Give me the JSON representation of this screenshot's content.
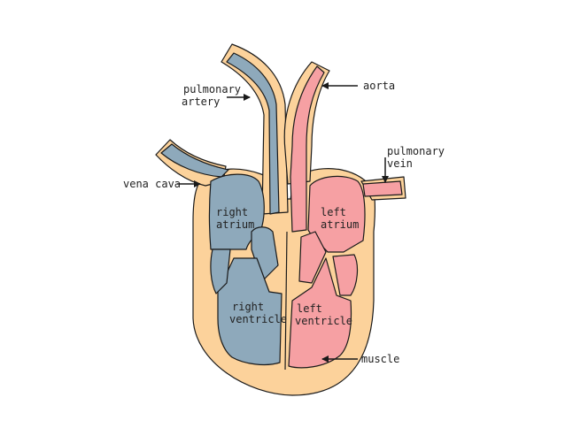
{
  "labels": {
    "pulmonary_artery_line1": "pulmonary",
    "pulmonary_artery_line2": "artery",
    "aorta": "aorta",
    "pulmonary_vein_line1": "pulmonary",
    "pulmonary_vein_line2": "vein",
    "vena_cava": "vena cava",
    "right_atrium_line1": "right",
    "right_atrium_line2": "atrium",
    "left_atrium_line1": "left",
    "left_atrium_line2": "atrium",
    "right_ventricle_line1": "right",
    "right_ventricle_line2": "ventricle",
    "left_ventricle_line1": "left",
    "left_ventricle_line2": "ventricle",
    "muscle": "muscle"
  },
  "colors": {
    "muscle": "#fcd29b",
    "deoxygenated_blood": "#8ea9bb",
    "oxygenated_blood": "#f6a0a3",
    "outline": "#1a1a1a"
  }
}
